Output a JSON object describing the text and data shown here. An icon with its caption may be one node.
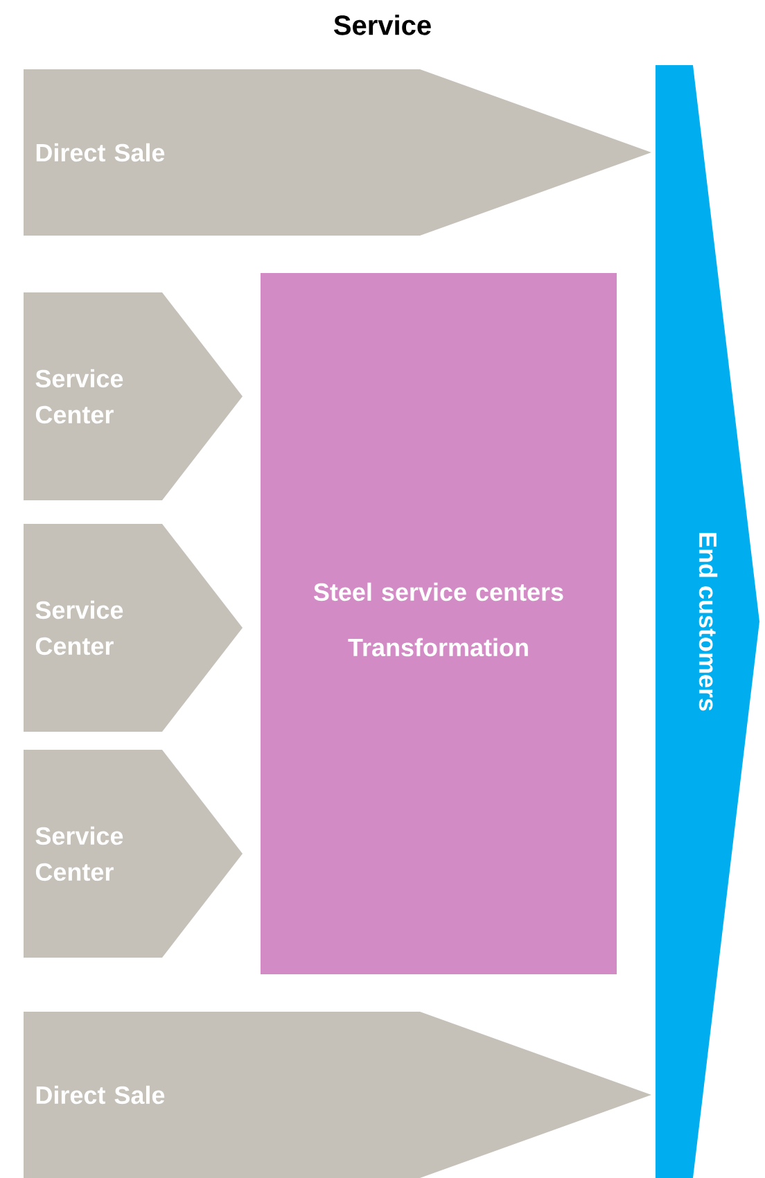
{
  "diagram": {
    "title": "Service",
    "nodes": [
      {
        "text": [
          "Direct Sale"
        ]
      },
      {
        "text": [
          "Service Center"
        ]
      },
      {
        "text": [
          "Service Center"
        ]
      },
      {
        "text": [
          "Service Center"
        ]
      },
      {
        "text": [
          "Steel service centers",
          "Transformation"
        ]
      },
      {
        "text": [
          "Direct Sale"
        ]
      },
      {
        "text": [
          "End customers"
        ]
      }
    ]
  }
}
